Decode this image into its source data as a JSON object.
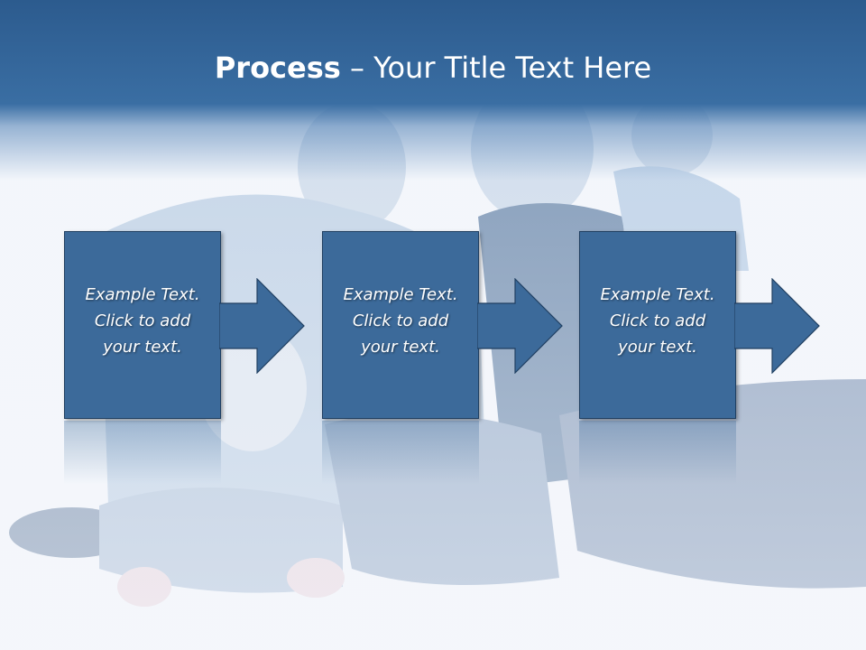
{
  "title": {
    "bold": "Process",
    "rest": " – Your Title Text Here"
  },
  "steps": [
    {
      "line1": "Example Text.",
      "line2": "Click  to add",
      "line3": "your text."
    },
    {
      "line1": "Example Text.",
      "line2": "Click  to add",
      "line3": "your text."
    },
    {
      "line1": "Example Text.",
      "line2": "Click  to add",
      "line3": "your text."
    }
  ],
  "colors": {
    "accent": "#3c6a9a",
    "title_band": "#2c5b8e",
    "background": "#f4f7fb"
  }
}
